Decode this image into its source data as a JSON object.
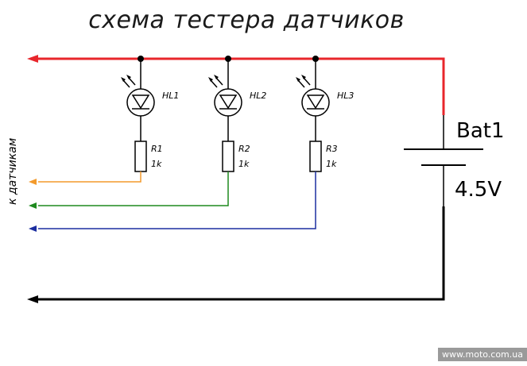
{
  "title": "схема тестера датчиков",
  "side_label": "к датчикам",
  "battery": {
    "name": "Bat1",
    "voltage": "4.5V"
  },
  "channels": [
    {
      "led": "HL1",
      "resistor": "R1",
      "value": "1k",
      "wire_color": "#f39a2b"
    },
    {
      "led": "HL2",
      "resistor": "R2",
      "value": "1k",
      "wire_color": "#1e8a1e"
    },
    {
      "led": "HL3",
      "resistor": "R3",
      "value": "1k",
      "wire_color": "#1c2ea0"
    }
  ],
  "colors": {
    "positive_rail": "#e8262b",
    "negative_rail": "#000000",
    "component": "#000000"
  },
  "watermark": "www.moto.com.ua"
}
